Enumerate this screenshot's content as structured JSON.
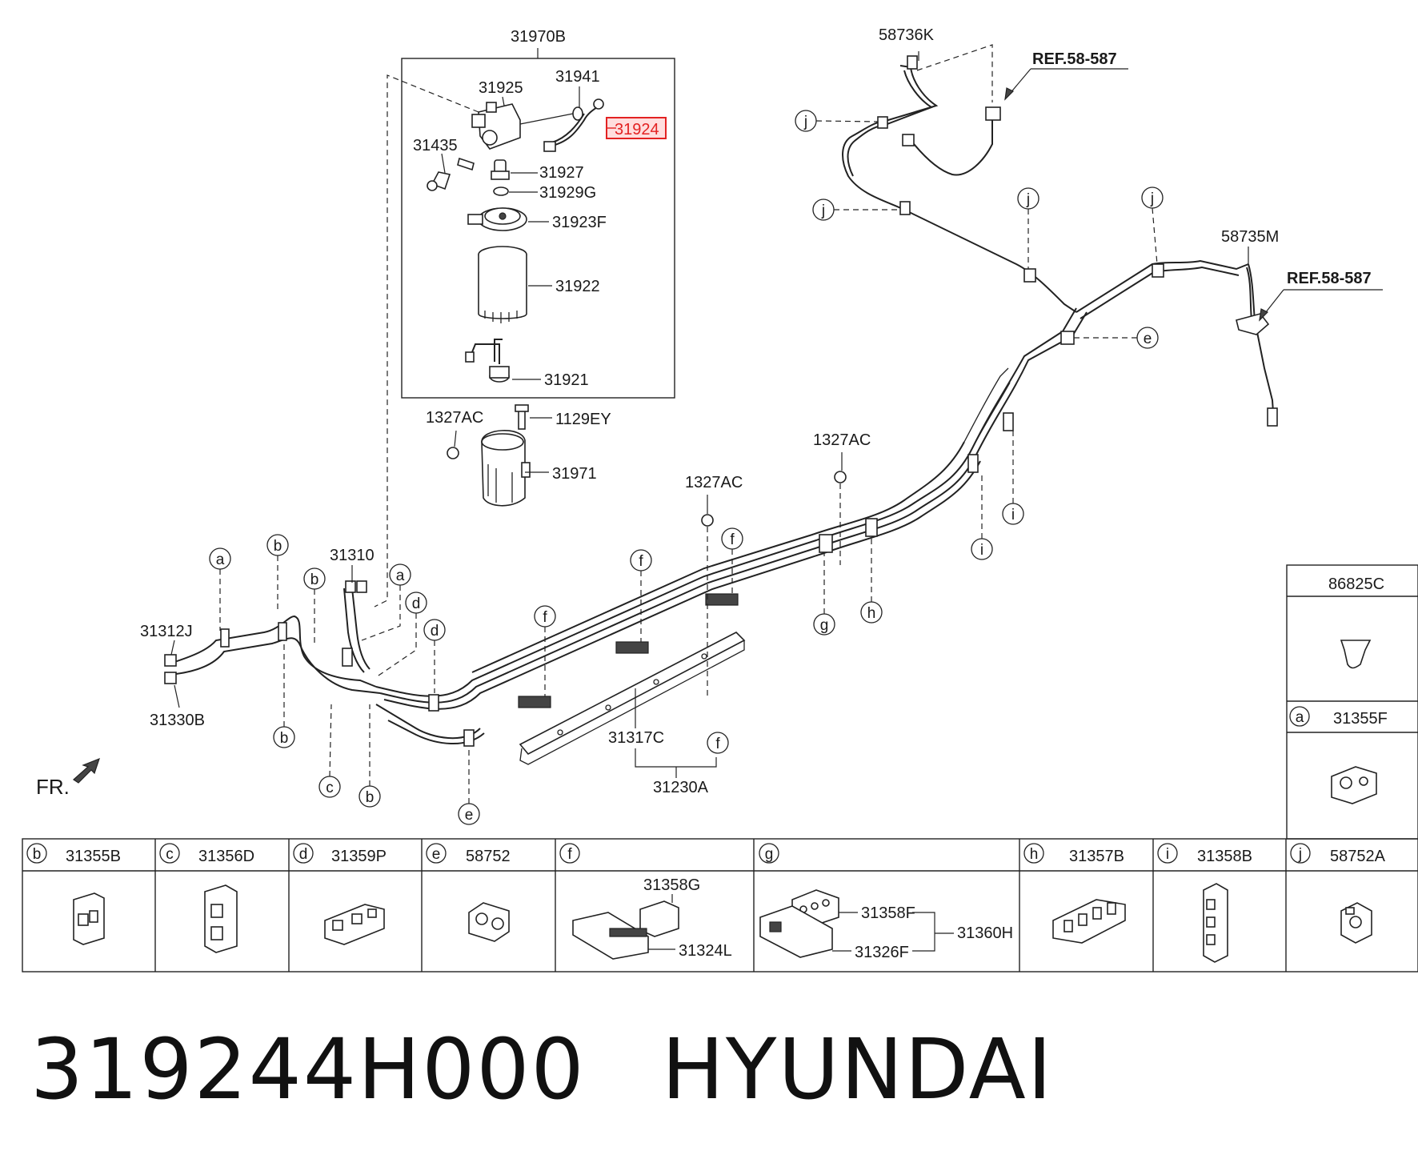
{
  "parts": {
    "p31970B": "31970B",
    "p31925": "31925",
    "p31941": "31941",
    "p31924": "31924",
    "p31435": "31435",
    "p31927": "31927",
    "p31929G": "31929G",
    "p31923F": "31923F",
    "p31922": "31922",
    "p31921": "31921",
    "p1327AC_a": "1327AC",
    "p1129EY": "1129EY",
    "p31971": "31971",
    "p1327AC_b": "1327AC",
    "p1327AC_c": "1327AC",
    "p58736K": "58736K",
    "p58735M": "58735M",
    "ref_1": "REF.58-587",
    "ref_2": "REF.58-587",
    "p31310": "31310",
    "p31312J": "31312J",
    "p31330B": "31330B",
    "p31317C": "31317C",
    "p31230A": "31230A",
    "fr": "FR."
  },
  "callouts": {
    "a": "a",
    "b": "b",
    "c": "c",
    "d": "d",
    "e": "e",
    "f": "f",
    "g": "g",
    "h": "h",
    "i": "i",
    "j": "j"
  },
  "legend": {
    "side_top": "86825C",
    "side_a_letter": "a",
    "side_a": "31355F",
    "cells": [
      {
        "letter": "b",
        "part": "31355B"
      },
      {
        "letter": "c",
        "part": "31356D"
      },
      {
        "letter": "d",
        "part": "31359P"
      },
      {
        "letter": "e",
        "part": "58752"
      },
      {
        "letter": "f",
        "part": ""
      },
      {
        "letter": "g",
        "part": ""
      },
      {
        "letter": "h",
        "part": "31357B"
      },
      {
        "letter": "i",
        "part": "31358B"
      },
      {
        "letter": "j",
        "part": "58752A"
      }
    ],
    "f_sub": [
      "31358G",
      "31324L"
    ],
    "g_sub": [
      "31358F",
      "31326F",
      "31360H"
    ]
  },
  "footer": {
    "part_number": "319244H000",
    "brand": "HYUNDAI"
  },
  "highlight_color": "#e32222"
}
